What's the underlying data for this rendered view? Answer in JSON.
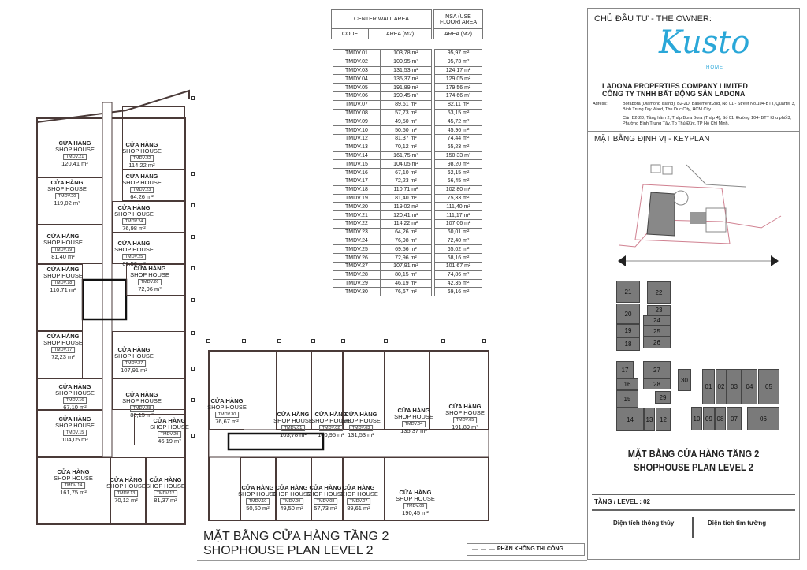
{
  "area_table": {
    "center_wall_header": "CENTER WALL AREA",
    "nsa_header": "NSA (USE FLOOR) AREA",
    "code_header": "CODE",
    "area_header": "AREA (M2)",
    "nsa_area_header": "AREA (M2)",
    "rows": [
      [
        "TMDV.01",
        "103,78 m²",
        "95,97 m²"
      ],
      [
        "TMDV.02",
        "100,95 m²",
        "95,73 m²"
      ],
      [
        "TMDV.03",
        "131,53 m²",
        "124,17 m²"
      ],
      [
        "TMDV.04",
        "135,37 m²",
        "129,05 m²"
      ],
      [
        "TMDV.05",
        "191,89 m²",
        "179,56 m²"
      ],
      [
        "TMDV.06",
        "190,45 m²",
        "174,66 m²"
      ],
      [
        "TMDV.07",
        "89,61 m²",
        "82,11 m²"
      ],
      [
        "TMDV.08",
        "57,73 m²",
        "53,15 m²"
      ],
      [
        "TMDV.09",
        "49,50 m²",
        "45,72 m²"
      ],
      [
        "TMDV.10",
        "50,50 m²",
        "45,96 m²"
      ],
      [
        "TMDV.12",
        "81,37 m²",
        "74,44 m²"
      ],
      [
        "TMDV.13",
        "70,12 m²",
        "65,23 m²"
      ],
      [
        "TMDV.14",
        "161,75 m²",
        "150,33 m²"
      ],
      [
        "TMDV.15",
        "104,05 m²",
        "98,20 m²"
      ],
      [
        "TMDV.16",
        "67,10 m²",
        "62,15 m²"
      ],
      [
        "TMDV.17",
        "72,23 m²",
        "66,45 m²"
      ],
      [
        "TMDV.18",
        "110,71 m²",
        "102,80 m²"
      ],
      [
        "TMDV.19",
        "81,40 m²",
        "75,33 m²"
      ],
      [
        "TMDV.20",
        "119,02 m²",
        "111,40 m²"
      ],
      [
        "TMDV.21",
        "120,41 m²",
        "111,17 m²"
      ],
      [
        "TMDV.22",
        "114,22 m²",
        "107,06 m²"
      ],
      [
        "TMDV.23",
        "64,26 m²",
        "60,01 m²"
      ],
      [
        "TMDV.24",
        "76,98 m²",
        "72,40 m²"
      ],
      [
        "TMDV.25",
        "69,56 m²",
        "65,02 m²"
      ],
      [
        "TMDV.26",
        "72,96 m²",
        "68,16 m²"
      ],
      [
        "TMDV.27",
        "107,91 m²",
        "101,67 m²"
      ],
      [
        "TMDV.28",
        "80,15 m²",
        "74,86 m²"
      ],
      [
        "TMDV.29",
        "46,19 m²",
        "42,35 m²"
      ],
      [
        "TMDV.30",
        "76,67 m²",
        "69,16 m²"
      ]
    ]
  },
  "plan": {
    "label_vn": "CỬA HÀNG",
    "label_en": "SHOP HOUSE",
    "units": [
      {
        "code": "TMDV.21",
        "area": "120,41 m²"
      },
      {
        "code": "TMDV.20",
        "area": "119,02 m²"
      },
      {
        "code": "TMDV.19",
        "area": "81,40 m²"
      },
      {
        "code": "TMDV.18",
        "area": "110,71 m²"
      },
      {
        "code": "TMDV.17",
        "area": "72,23 m²"
      },
      {
        "code": "TMDV.16",
        "area": "67,10 m²"
      },
      {
        "code": "TMDV.15",
        "area": "104,05 m²"
      },
      {
        "code": "TMDV.14",
        "area": "161,75 m²"
      },
      {
        "code": "TMDV.13",
        "area": "70,12 m²"
      },
      {
        "code": "TMDV.12",
        "area": "81,37 m²"
      },
      {
        "code": "TMDV.22",
        "area": "114,22 m²"
      },
      {
        "code": "TMDV.23",
        "area": "64,26 m²"
      },
      {
        "code": "TMDV.24",
        "area": "76,98 m²"
      },
      {
        "code": "TMDV.25",
        "area": "69,56 m²"
      },
      {
        "code": "TMDV.26",
        "area": "72,96 m²"
      },
      {
        "code": "TMDV.27",
        "area": "107,91 m²"
      },
      {
        "code": "TMDV.28",
        "area": "80,15 m²"
      },
      {
        "code": "TMDV.29",
        "area": "46,19 m²"
      },
      {
        "code": "TMDV.30",
        "area": "76,67 m²"
      },
      {
        "code": "TMDV.01",
        "area": "103,78 m²"
      },
      {
        "code": "TMDV.02",
        "area": "100,95 m²"
      },
      {
        "code": "TMDV.03",
        "area": "131,53 m²"
      },
      {
        "code": "TMDV.04",
        "area": "135,37 m²"
      },
      {
        "code": "TMDV.05",
        "area": "191,89 m²"
      },
      {
        "code": "TMDV.10",
        "area": "50,50 m²"
      },
      {
        "code": "TMDV.09",
        "area": "49,50 m²"
      },
      {
        "code": "TMDV.08",
        "area": "57,73 m²"
      },
      {
        "code": "TMDV.07",
        "area": "89,61 m²"
      },
      {
        "code": "TMDV.06",
        "area": "190,45 m²"
      }
    ],
    "title_vn": "MẶT BẰNG CỬA HÀNG TẦNG 2",
    "title_en": "SHOPHOUSE PLAN LEVEL 2",
    "legend": "PHẦN KHÔNG THI CÔNG"
  },
  "owner": {
    "heading": "CHỦ ĐẦU TƯ  - THE OWNER:",
    "logo_text": "Kusto",
    "logo_sub": "HOME",
    "logo_color": "#2aa7d8",
    "company_en": "LADONA PROPERTIES COMPANY LIMITED",
    "company_vn": "CÔNG TY TNHH BẤT ĐỘNG SẢN LADONA",
    "address_label": "Adress:",
    "address_en": "Borabora (Diamond Island), B2-2D, Basement 2nd, No 01 - Street No.104-BTT, Quarter 3, Binh Trung Tay Ward, Thu Duc City, HCM City.",
    "address_vn": "Căn B2-2D, Tầng hầm 2, Tháp Bora Bora (Tháp 4), Số 01, Đường 104- BTT Khu phố 3, Phường Bình Trưng Tây, Tp Thủ Đức, TP Hồ Chí Minh."
  },
  "keyplan": {
    "heading": "MẶT BẰNG ĐỊNH VỊ - KEYPLAN",
    "units": [
      "21",
      "22",
      "20",
      "23",
      "24",
      "19",
      "25",
      "18",
      "26",
      "17",
      "27",
      "16",
      "28",
      "15",
      "29",
      "14",
      "13",
      "12",
      "30",
      "01",
      "02",
      "03",
      "04",
      "05",
      "10",
      "09",
      "08",
      "07",
      "06"
    ],
    "title_vn": "MẶT BẰNG CỬA HÀNG TẦNG 2",
    "title_en": "SHOPHOUSE PLAN LEVEL 2",
    "unit_color": "#7a7a7a"
  },
  "level": {
    "label": "TẦNG / LEVEL : 02",
    "nsa_label": "Diện tích thông thủy",
    "wall_label": "Diện tích tim tường"
  }
}
